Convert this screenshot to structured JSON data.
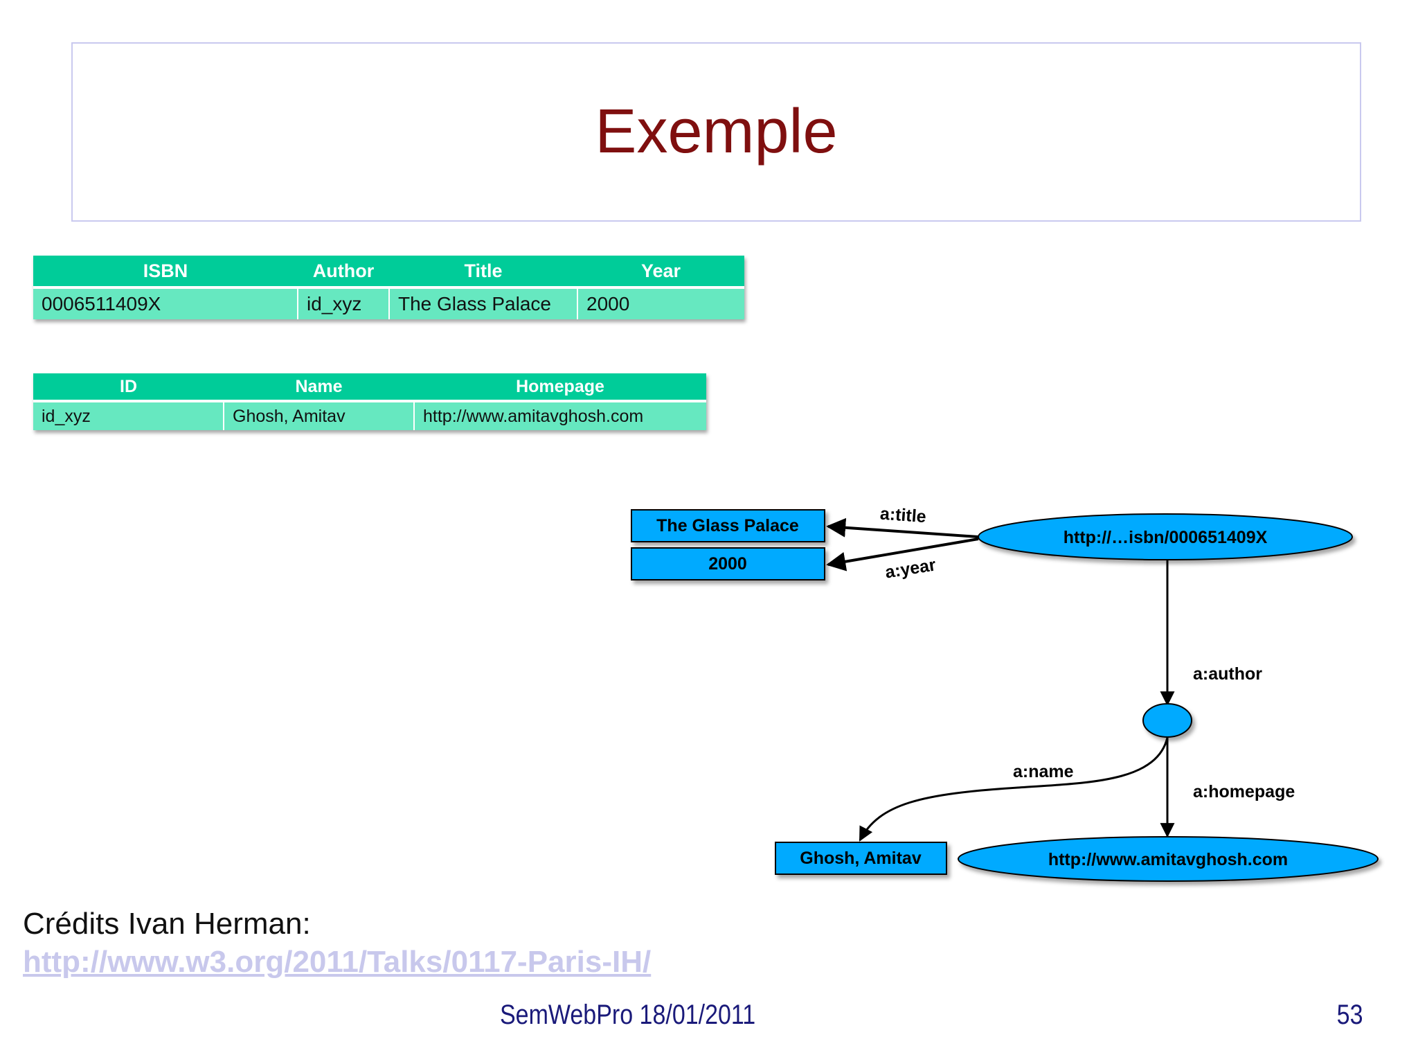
{
  "slide": {
    "title": "Exemple"
  },
  "books_table": {
    "headers": [
      "ISBN",
      "Author",
      "Title",
      "Year"
    ],
    "row": [
      "0006511409X",
      "id_xyz",
      "The Glass Palace",
      "2000"
    ]
  },
  "authors_table": {
    "headers": [
      "ID",
      "Name",
      "Homepage"
    ],
    "row": [
      "id_xyz",
      "Ghosh, Amitav",
      "http://www.amitavghosh.com"
    ]
  },
  "graph": {
    "node_title": "The Glass Palace",
    "node_year": "2000",
    "node_book": "http://…isbn/000651409X",
    "node_name": "Ghosh, Amitav",
    "node_homepage": "http://www.amitavghosh.com",
    "edge_title": "a:title",
    "edge_year": "a:year",
    "edge_author": "a:author",
    "edge_name": "a:name",
    "edge_homepage": "a:homepage",
    "colors": {
      "node_fill": "#00aaff",
      "stroke": "#000000"
    }
  },
  "credits": {
    "label": "Crédits Ivan Herman:",
    "link": "http://www.w3.org/2011/Talks/0117-Paris-IH/"
  },
  "footer": {
    "text": "SemWebPro 18/01/2011",
    "page_number": "53"
  }
}
